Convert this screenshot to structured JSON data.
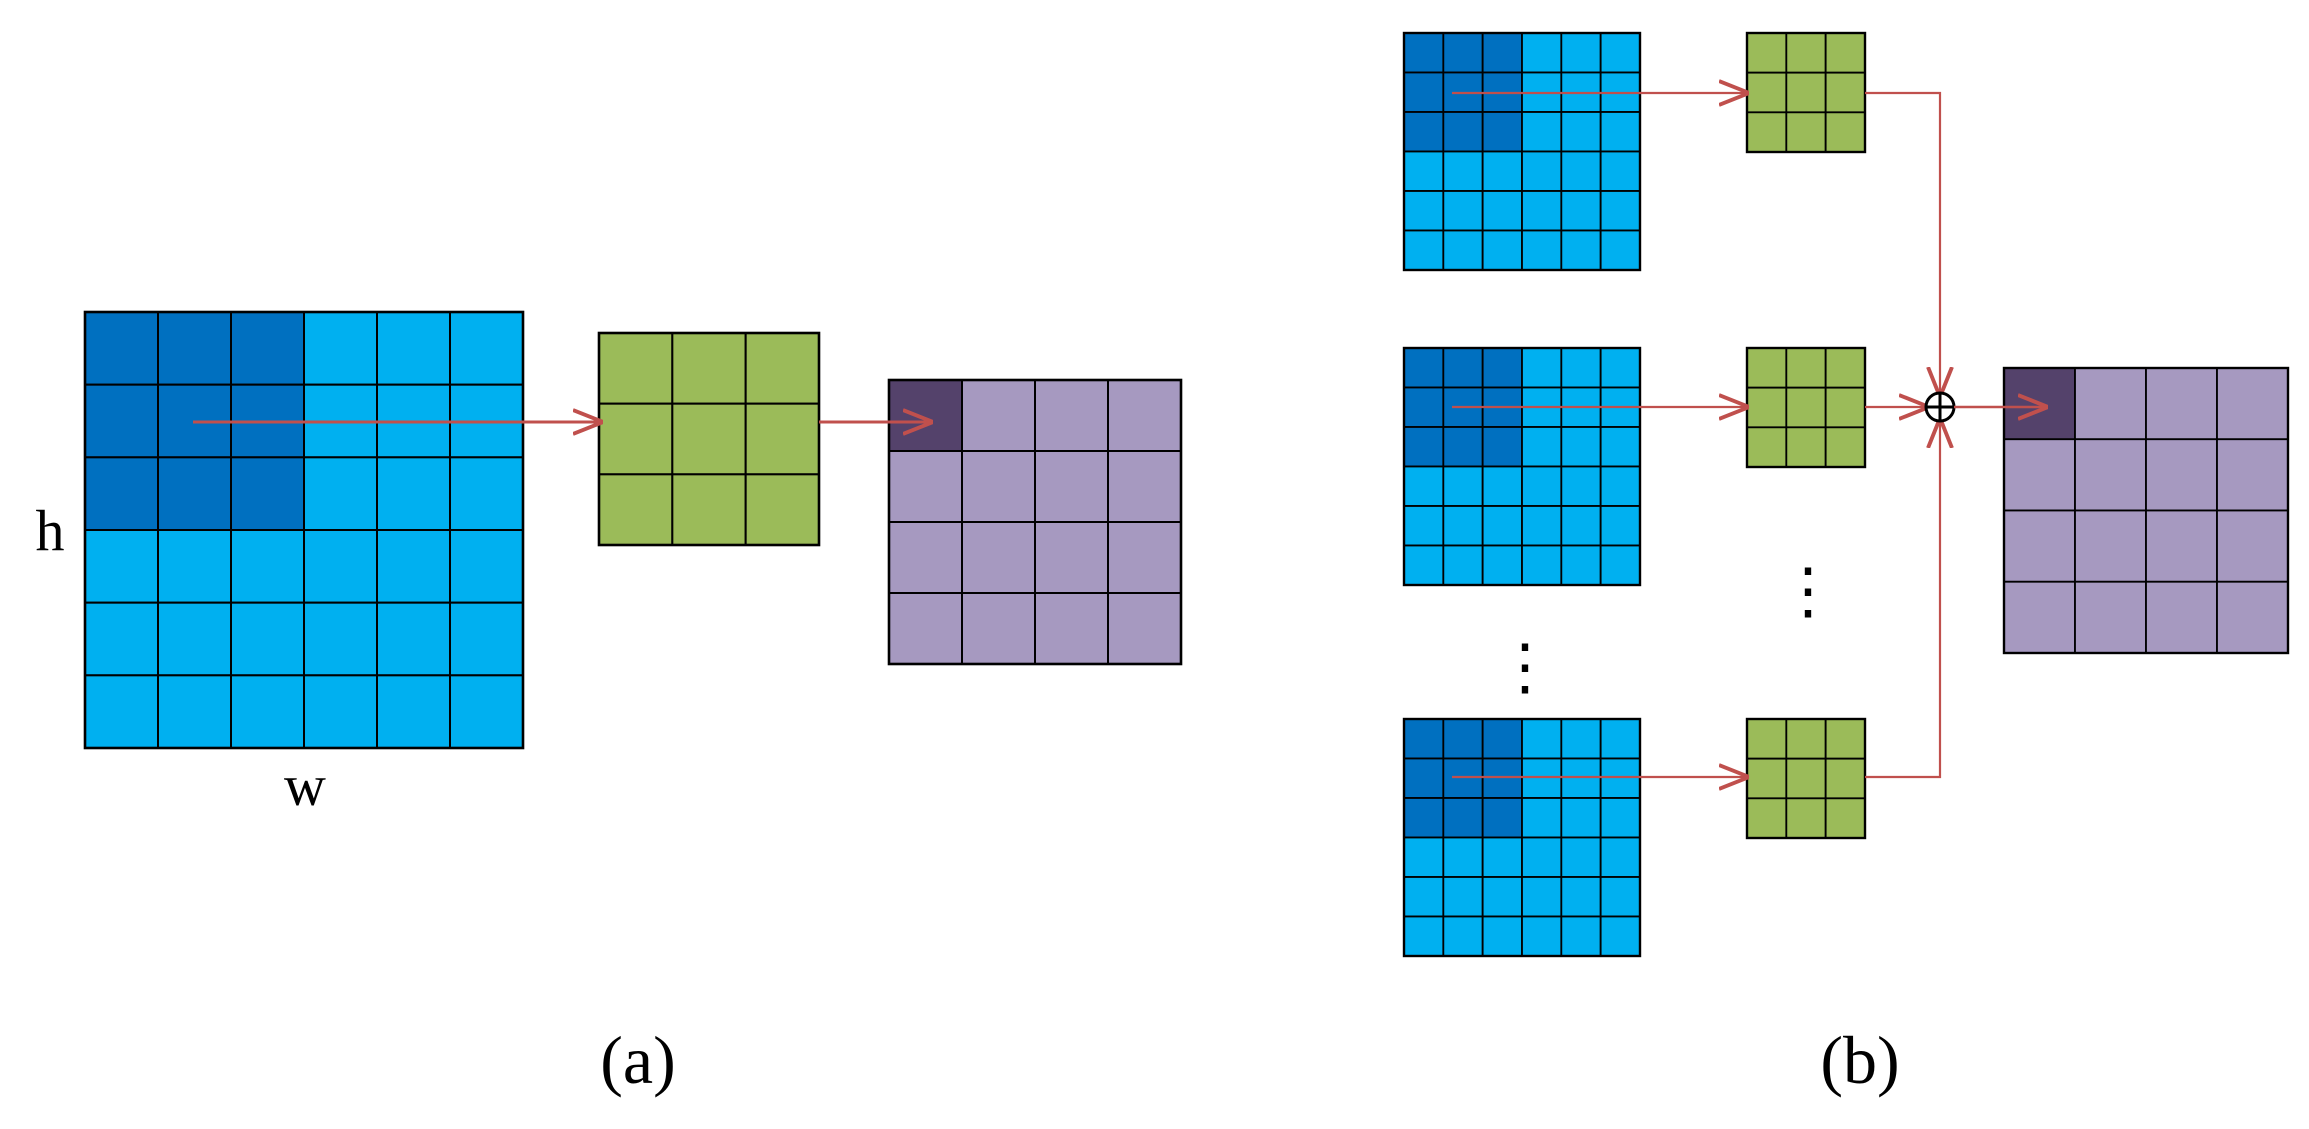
{
  "colors": {
    "input_light": "#00b0f0",
    "input_dark": "#0070c0",
    "kernel": "#9bbb59",
    "output": "#a699c0",
    "output_dark": "#54426b",
    "arrow": "#c0504d",
    "grid_line": "#000000"
  },
  "panel_a": {
    "label": "(a)",
    "height_label": "h",
    "width_label": "w",
    "input_size": 6,
    "kernel_size": 3,
    "output_size": 4
  },
  "panel_b": {
    "label": "(b)",
    "input_size": 6,
    "kernel_size": 3,
    "output_size": 4,
    "sum_symbol": "⊕",
    "ellipsis": "⋮"
  }
}
